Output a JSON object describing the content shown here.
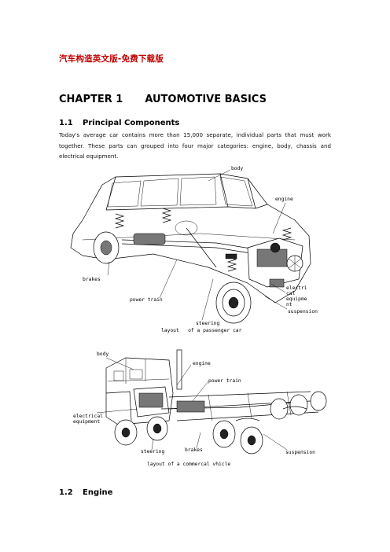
{
  "document": {
    "title": "汽车构造英文版-免费下载版",
    "chapter_number": "CHAPTER 1",
    "chapter_title": "AUTOMOTIVE BASICS",
    "section1_number": "1.1",
    "section1_title": "Principal Components",
    "section1_text": "Today's average car contains more than 15,000 separate, individual parts that must work together. These parts can grouped into four major categories: engine, body, chassis and electrical equipment.",
    "section2_number": "1.2",
    "section2_title": "Engine"
  },
  "figure1": {
    "labels": {
      "body": "body",
      "engine": "engine",
      "brakes": "brakes",
      "power_train": "power train",
      "electrical_1": "electri",
      "electrical_2": "cal",
      "electrical_3": "equipme",
      "electrical_4": "nt",
      "suspension": "suspension",
      "steering": "steering",
      "caption": "layout   of a passenger car"
    }
  },
  "figure2": {
    "labels": {
      "body": "body",
      "engine": "engine",
      "power_train": "power train",
      "electrical_1": "electrical",
      "electrical_2": "equipment",
      "steering": "steering",
      "brakes": "brakes",
      "suspension": "suspension",
      "caption": "layout of a commercal vhicle"
    }
  }
}
